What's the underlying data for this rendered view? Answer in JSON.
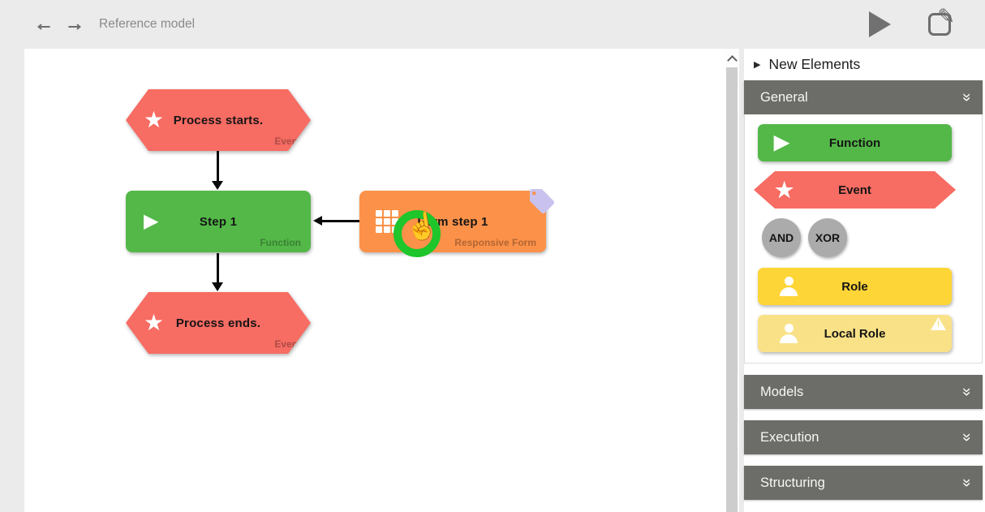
{
  "header": {
    "title": "Reference model",
    "back_icon": "arrow-left",
    "forward_icon": "arrow-right",
    "run_icon": "play-triangle",
    "edit_icon": "edit-square-pencil"
  },
  "canvas": {
    "nodes": {
      "start": {
        "title": "Process starts.",
        "type_label": "Event",
        "icon": "star-icon",
        "color": "#f76c63"
      },
      "step1": {
        "title": "Step 1",
        "type_label": "Function",
        "icon": "play-icon",
        "color": "#53b848"
      },
      "form1": {
        "title": "Form step 1",
        "type_label": "Responsive Form",
        "icon": "grid-icon",
        "color": "#fc9149",
        "badge": "tag-icon",
        "highlight": "green-click-ring-with-hand-cursor"
      },
      "end": {
        "title": "Process ends.",
        "type_label": "Event",
        "icon": "star-icon",
        "color": "#f76c63"
      }
    },
    "edges": [
      {
        "from": "start",
        "to": "step1",
        "direction": "down"
      },
      {
        "from": "form1",
        "to": "step1",
        "direction": "left"
      },
      {
        "from": "step1",
        "to": "end",
        "direction": "down"
      }
    ]
  },
  "scrollbar": {
    "up_icon": "chevron-up"
  },
  "sidebar": {
    "title": "New Elements",
    "expander_icon": "triangle-right",
    "sections": {
      "general": {
        "label": "General",
        "collapse_icon": "double-chevron-down"
      },
      "models": {
        "label": "Models",
        "collapse_icon": "double-chevron-down"
      },
      "execution": {
        "label": "Execution",
        "collapse_icon": "double-chevron-down"
      },
      "structuring": {
        "label": "Structuring",
        "collapse_icon": "double-chevron-down"
      }
    },
    "palette": {
      "function": "Function",
      "event": "Event",
      "and": "AND",
      "xor": "XOR",
      "role": "Role",
      "local_role": "Local Role",
      "local_role_warning_icon": "warning-triangle"
    }
  },
  "colors": {
    "page_bg": "#ebebeb",
    "canvas_bg": "#ffffff",
    "event_red": "#f76c63",
    "function_green": "#53b848",
    "form_orange": "#fc9149",
    "role_yellow": "#fed537",
    "local_role_yellow": "#f9e187",
    "gateway_gray": "#ababab",
    "section_header_gray": "#6c6c68",
    "highlight_green": "#1ec52b",
    "tag_lavender": "#c9c2ee",
    "toolbar_icon_gray": "#6e6e6e"
  }
}
